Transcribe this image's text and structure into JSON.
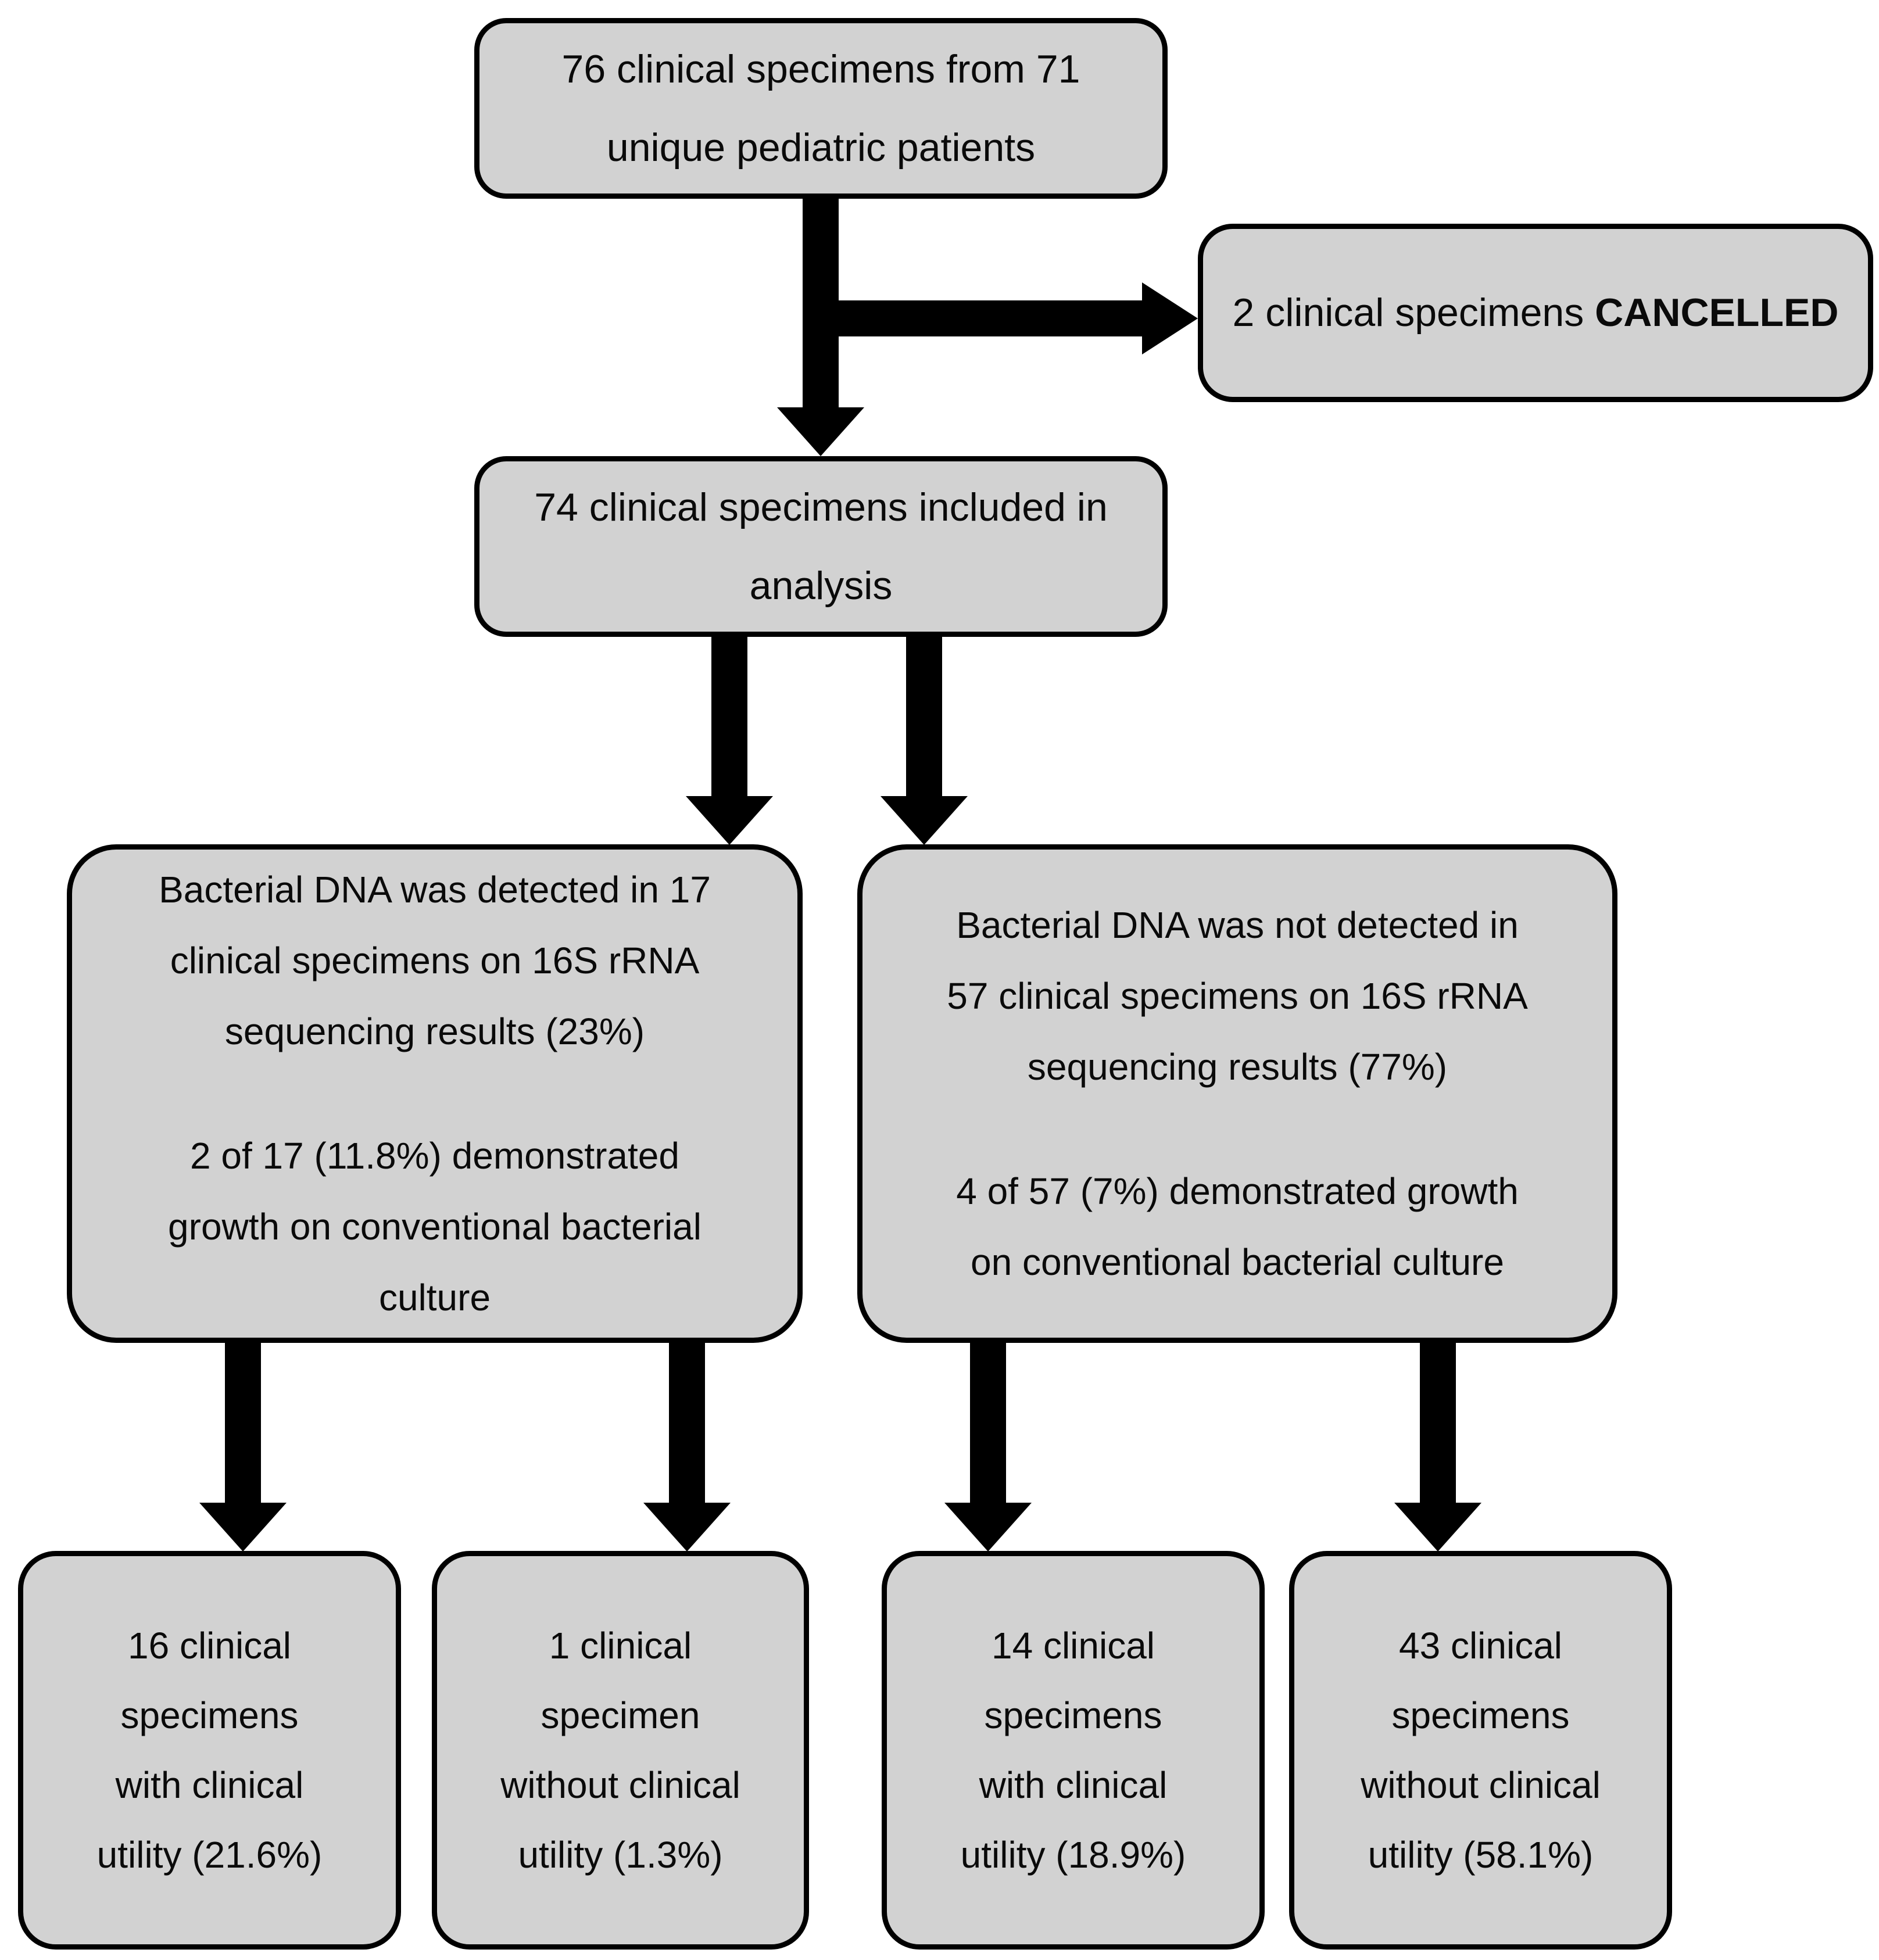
{
  "figure": {
    "type": "flowchart",
    "background_color": "#ffffff",
    "node_fill_color": "#d2d2d2",
    "node_border_color": "#000000",
    "arrow_color": "#000000",
    "text_color": "#0a0a0a"
  },
  "nodes": {
    "total": {
      "lines": [
        "76 clinical specimens from 71",
        "unique pediatric patients"
      ]
    },
    "cancelled": {
      "text_prefix": "2 clinical specimens ",
      "text_bold": "CANCELLED"
    },
    "included": {
      "lines": [
        "74 clinical specimens included in",
        "analysis"
      ]
    },
    "detected": {
      "para1": [
        "Bacterial DNA was detected in 17",
        "clinical specimens on 16S rRNA",
        "sequencing results (23%)"
      ],
      "para2": [
        "2 of 17 (11.8%) demonstrated",
        "growth on conventional bacterial",
        "culture"
      ]
    },
    "not_detected": {
      "para1": [
        "Bacterial DNA was not detected in",
        "57 clinical specimens on 16S rRNA",
        "sequencing results (77%)"
      ],
      "para2": [
        "4 of 57 (7%) demonstrated growth",
        "on conventional bacterial culture"
      ]
    },
    "detected_with_utility": {
      "lines": [
        "16 clinical",
        "specimens",
        "with clinical",
        "utility (21.6%)"
      ]
    },
    "detected_without_utility": {
      "lines": [
        "1 clinical",
        "specimen",
        "without clinical",
        "utility (1.3%)"
      ]
    },
    "not_detected_with_utility": {
      "lines": [
        "14 clinical",
        "specimens",
        "with clinical",
        "utility (18.9%)"
      ]
    },
    "not_detected_without_utility": {
      "lines": [
        "43 clinical",
        "specimens",
        "without clinical",
        "utility (58.1%)"
      ]
    }
  }
}
